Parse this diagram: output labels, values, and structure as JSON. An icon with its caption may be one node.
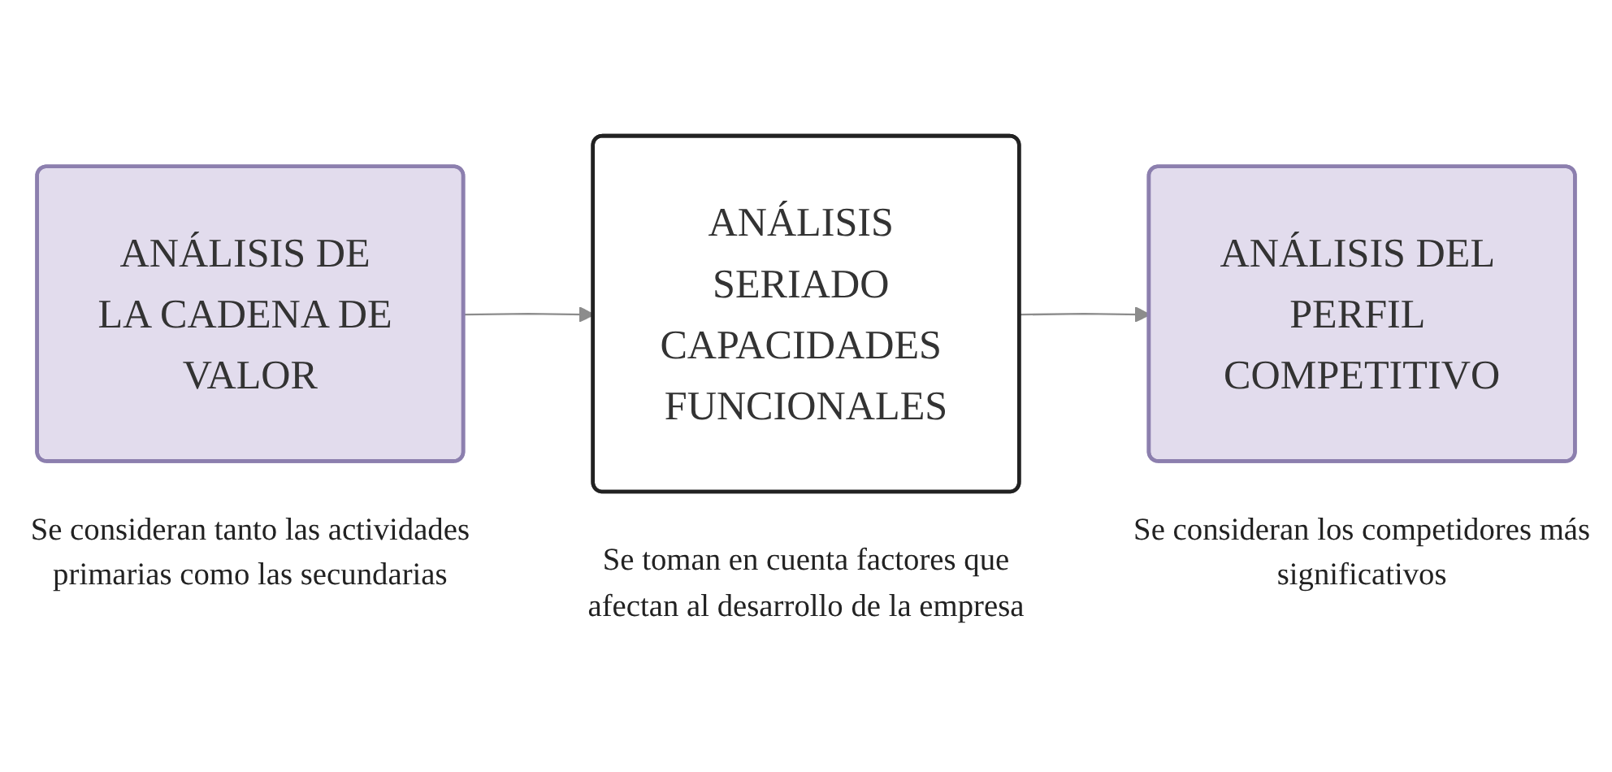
{
  "diagram": {
    "nodes": [
      {
        "text": [
          "ANÁLISIS DE LA CADENA DE VALOR"
        ],
        "beside": [
          "Se consideran tanto las actividades primarias como las secundarias"
        ]
      },
      {
        "text": [
          "ANÁLISIS SERIADO CAPACIDADES FUNCIONALES"
        ],
        "beside": [
          "Se toman en cuenta factores que afectan al desarrollo de la empresa"
        ]
      },
      {
        "text": [
          "ANÁLISIS DEL PERFIL COMPETITIVO"
        ],
        "beside": [
          "Se consideran los competidores más significativos"
        ]
      }
    ],
    "edges": [
      {
        "from": 0,
        "to": 1,
        "arrow": "to"
      },
      {
        "from": 1,
        "to": 2,
        "arrow": "to"
      }
    ]
  }
}
